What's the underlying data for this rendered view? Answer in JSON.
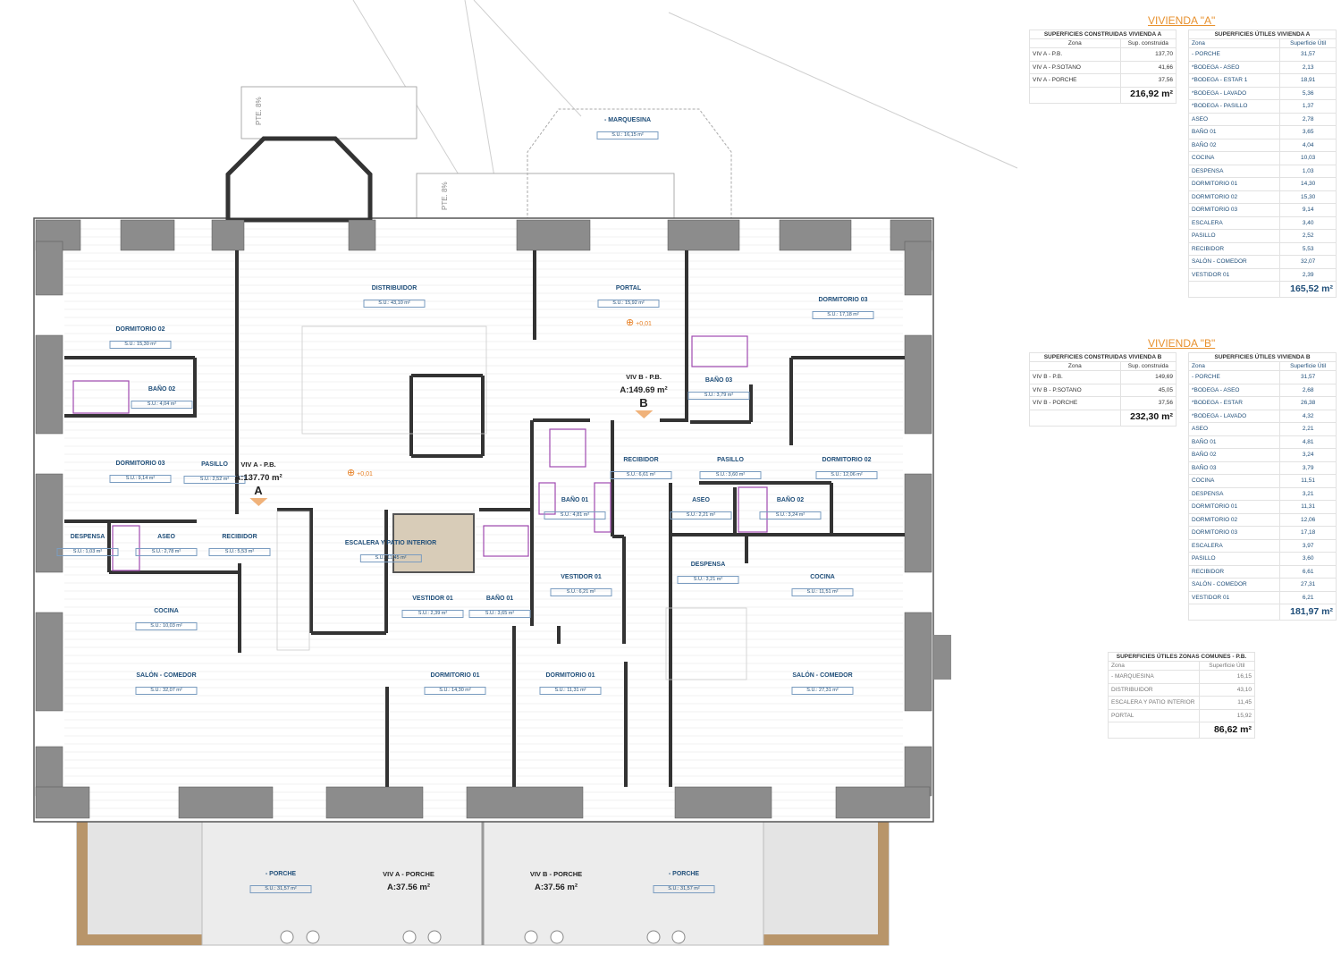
{
  "plan": {
    "rooms": [
      {
        "name": "- MARQUESINA",
        "su": "S.U.: 16,15 m²"
      },
      {
        "name": "DISTRIBUIDOR",
        "su": "S.U.: 43,10 m²"
      },
      {
        "name": "PORTAL",
        "su": "S.U.: 15,92 m²"
      },
      {
        "name": "DORMITORIO 03",
        "su": "S.U.: 17,18 m²"
      },
      {
        "name": "DORMITORIO 02",
        "su": "S.U.: 15,30 m²"
      },
      {
        "name": "BAÑO 02",
        "su": "S.U.: 4,04 m²"
      },
      {
        "name": "BAÑO 03",
        "su": "S.U.: 3,79 m²"
      },
      {
        "name": "DORMITORIO 03",
        "su": "S.U.: 9,14 m²"
      },
      {
        "name": "PASILLO",
        "su": "S.U.: 2,52 m²"
      },
      {
        "name": "RECIBIDOR",
        "su": "S.U.: 6,61 m²"
      },
      {
        "name": "PASILLO",
        "su": "S.U.: 3,60 m²"
      },
      {
        "name": "DORMITORIO 02",
        "su": "S.U.: 12,06 m²"
      },
      {
        "name": "BAÑO 01",
        "su": "S.U.: 4,81 m²"
      },
      {
        "name": "ASEO",
        "su": "S.U.: 2,21 m²"
      },
      {
        "name": "BAÑO 02",
        "su": "S.U.: 3,24 m²"
      },
      {
        "name": "DESPENSA",
        "su": "S.U.: 1,03 m²"
      },
      {
        "name": "ASEO",
        "su": "S.U.: 2,78 m²"
      },
      {
        "name": "RECIBIDOR",
        "su": "S.U.: 5,53 m²"
      },
      {
        "name": "ESCALERA Y PATIO INTERIOR",
        "su": "S.U.: 11,45 m²"
      },
      {
        "name": "DESPENSA",
        "su": "S.U.: 3,21 m²"
      },
      {
        "name": "VESTIDOR 01",
        "su": "S.U.: 6,21 m²"
      },
      {
        "name": "COCINA",
        "su": "S.U.: 11,51 m²"
      },
      {
        "name": "VESTIDOR 01",
        "su": "S.U.: 2,39 m²"
      },
      {
        "name": "BAÑO 01",
        "su": "S.U.: 3,65 m²"
      },
      {
        "name": "COCINA",
        "su": "S.U.: 10,03 m²"
      },
      {
        "name": "SALÓN - COMEDOR",
        "su": "S.U.: 32,07 m²"
      },
      {
        "name": "DORMITORIO 01",
        "su": "S.U.: 14,30 m²"
      },
      {
        "name": "DORMITORIO 01",
        "su": "S.U.: 11,31 m²"
      },
      {
        "name": "SALÓN - COMEDOR",
        "su": "S.U.: 27,31 m²"
      },
      {
        "name": "- PORCHE",
        "su": "S.U.: 31,57 m²"
      },
      {
        "name": "- PORCHE",
        "su": "S.U.: 31,57 m²"
      }
    ],
    "units": [
      {
        "title": "VIV A - P.B.",
        "area": "A:137.70 m²",
        "letter": "A"
      },
      {
        "title": "VIV B - P.B.",
        "area": "A:149.69 m²",
        "letter": "B"
      },
      {
        "title": "VIV A - PORCHE",
        "area": "A:37.56 m²",
        "letter": ""
      },
      {
        "title": "VIV B - PORCHE",
        "area": "A:37.56 m²",
        "letter": ""
      }
    ],
    "levels": [
      "+0,01",
      "+0,01"
    ],
    "slopes": [
      "PTE. 8%",
      "PTE. 8%"
    ],
    "wall_color": "#333333",
    "pilaster_color": "#8c8c8c",
    "sanitary_color": "#a04ab0",
    "label_color": "#1f4e79",
    "accent_color": "#e8912e"
  },
  "vivienda_a": {
    "title": "VIVIENDA \"A\"",
    "construidas": {
      "caption": "SUPERFICIES CONSTRUIDAS VIVIENDA A",
      "headers": [
        "Zona",
        "Sup. construida"
      ],
      "rows": [
        [
          "VIV A - P.B.",
          "137,70"
        ],
        [
          "VIV A - P.SOTANO",
          "41,66"
        ],
        [
          "VIV A - PORCHE",
          "37,56"
        ]
      ],
      "total": "216,92 m²"
    },
    "utiles": {
      "caption": "SUPERFICIES ÚTILES VIVIENDA A",
      "headers": [
        "Zona",
        "Superficie Útil"
      ],
      "rows": [
        [
          "- PORCHE",
          "31,57"
        ],
        [
          "*BODEGA - ASEO",
          "2,13"
        ],
        [
          "*BODEGA - ESTAR 1",
          "18,91"
        ],
        [
          "*BODEGA - LAVADO",
          "5,36"
        ],
        [
          "*BODEGA - PASILLO",
          "1,37"
        ],
        [
          "ASEO",
          "2,78"
        ],
        [
          "BAÑO 01",
          "3,65"
        ],
        [
          "BAÑO 02",
          "4,04"
        ],
        [
          "COCINA",
          "10,03"
        ],
        [
          "DESPENSA",
          "1,03"
        ],
        [
          "DORMITORIO 01",
          "14,30"
        ],
        [
          "DORMITORIO 02",
          "15,30"
        ],
        [
          "DORMITORIO 03",
          "9,14"
        ],
        [
          "ESCALERA",
          "3,40"
        ],
        [
          "PASILLO",
          "2,52"
        ],
        [
          "RECIBIDOR",
          "5,53"
        ],
        [
          "SALÓN - COMEDOR",
          "32,07"
        ],
        [
          "VESTIDOR 01",
          "2,39"
        ]
      ],
      "total": "165,52 m²"
    }
  },
  "vivienda_b": {
    "title": "VIVIENDA \"B\"",
    "construidas": {
      "caption": "SUPERFICIES CONSTRUIDAS VIVIENDA B",
      "headers": [
        "Zona",
        "Sup. construida"
      ],
      "rows": [
        [
          "VIV B - P.B.",
          "149,69"
        ],
        [
          "VIV B - P.SOTANO",
          "45,05"
        ],
        [
          "VIV B - PORCHE",
          "37,56"
        ]
      ],
      "total": "232,30 m²"
    },
    "utiles": {
      "caption": "SUPERFICIES ÚTILES VIVIENDA B",
      "headers": [
        "Zona",
        "Superficie Útil"
      ],
      "rows": [
        [
          "- PORCHE",
          "31,57"
        ],
        [
          "*BODEGA - ASEO",
          "2,68"
        ],
        [
          "*BODEGA - ESTAR",
          "26,38"
        ],
        [
          "*BODEGA - LAVADO",
          "4,32"
        ],
        [
          "ASEO",
          "2,21"
        ],
        [
          "BAÑO 01",
          "4,81"
        ],
        [
          "BAÑO 02",
          "3,24"
        ],
        [
          "BAÑO 03",
          "3,79"
        ],
        [
          "COCINA",
          "11,51"
        ],
        [
          "DESPENSA",
          "3,21"
        ],
        [
          "DORMITORIO 01",
          "11,31"
        ],
        [
          "DORMITORIO 02",
          "12,06"
        ],
        [
          "DORMITORIO 03",
          "17,18"
        ],
        [
          "ESCALERA",
          "3,97"
        ],
        [
          "PASILLO",
          "3,60"
        ],
        [
          "RECIBIDOR",
          "6,61"
        ],
        [
          "SALÓN - COMEDOR",
          "27,31"
        ],
        [
          "VESTIDOR 01",
          "6,21"
        ]
      ],
      "total": "181,97 m²"
    }
  },
  "zonas_comunes": {
    "caption": "SUPERFICIES ÚTILES ZONAS COMUNES - P.B.",
    "headers": [
      "Zona",
      "Superficie Útil"
    ],
    "rows": [
      [
        "- MARQUESINA",
        "16,15"
      ],
      [
        "DISTRIBUIDOR",
        "43,10"
      ],
      [
        "ESCALERA Y PATIO INTERIOR",
        "11,45"
      ],
      [
        "PORTAL",
        "15,92"
      ]
    ],
    "total": "86,62 m²"
  }
}
